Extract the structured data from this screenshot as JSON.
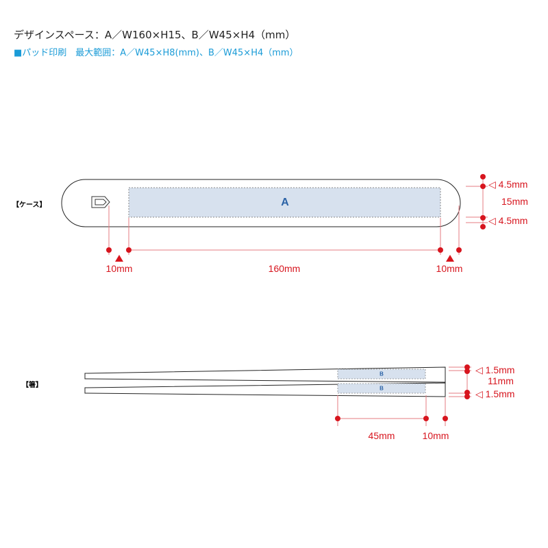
{
  "header": {
    "design_space": "デザインスペース：A／W160×H15、B／W45×H4（mm）",
    "pad_print": "■パッド印刷　最大範囲：A／W45×H8(mm)、B／W45×H4（mm）"
  },
  "case": {
    "section_label": "【ケース】",
    "area_label": "A",
    "dim_left": "10mm",
    "dim_width": "160mm",
    "dim_right": "10mm",
    "dim_top_margin": "◁ 4.5mm",
    "dim_height": "15mm",
    "dim_bottom_margin": "◁ 4.5mm"
  },
  "chopsticks": {
    "section_label": "【箸】",
    "area_label_top": "B",
    "area_label_bottom": "B",
    "dim_width": "45mm",
    "dim_right": "10mm",
    "dim_top_margin": "◁ 1.5mm",
    "dim_height": "11mm",
    "dim_bottom_margin": "◁ 1.5mm"
  },
  "colors": {
    "dimension": "#d7151e",
    "print_area_fill": "#d7e1ee",
    "print_area_text": "#2a62a6",
    "header_blue": "#1a9bd7"
  }
}
